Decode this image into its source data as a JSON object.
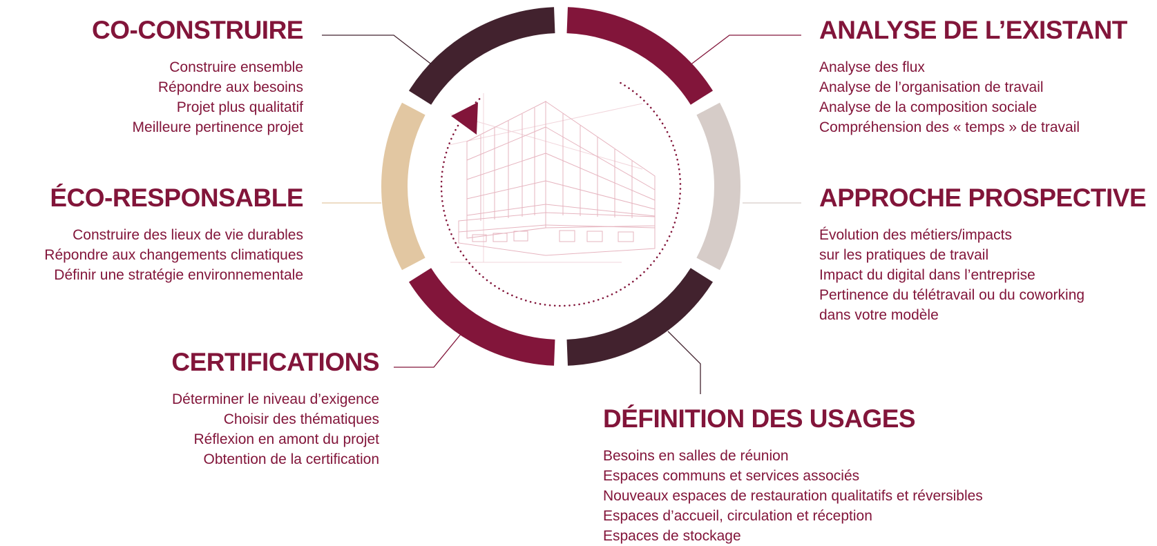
{
  "colors": {
    "brand_burgundy": "#82153a",
    "dark_plum": "#42222e",
    "beige": "#e2c7a2",
    "light_greige": "#d6ccc8",
    "text_burgundy": "#82153a",
    "connector_line": "#82153a",
    "sketch_line": "#e6b4bf"
  },
  "segments": [
    {
      "id": "analyse",
      "color": "#82153a"
    },
    {
      "id": "prospective",
      "color": "#d6ccc8"
    },
    {
      "id": "usages",
      "color": "#42222e"
    },
    {
      "id": "certifications",
      "color": "#82153a"
    },
    {
      "id": "eco",
      "color": "#e2c7a2"
    },
    {
      "id": "coconstruire",
      "color": "#42222e"
    }
  ],
  "center_image": {
    "icon": "building-sketch-icon",
    "cycle_arrow": "cycle-arrow-icon"
  },
  "blocks": {
    "coconstruire": {
      "title": "CO-CONSTRUIRE",
      "items": [
        "Construire ensemble",
        "Répondre aux besoins",
        "Projet plus qualitatif",
        "Meilleure pertinence projet"
      ]
    },
    "eco": {
      "title": "ÉCO-RESPONSABLE",
      "items": [
        "Construire des lieux de vie durables",
        "Répondre aux changements climatiques",
        "Définir une stratégie environnementale"
      ]
    },
    "certifications": {
      "title": "CERTIFICATIONS",
      "items": [
        "Déterminer le niveau d’exigence",
        "Choisir des thématiques",
        "Réflexion en amont du projet",
        "Obtention de la certification"
      ]
    },
    "analyse": {
      "title": "ANALYSE DE L’EXISTANT",
      "items": [
        "Analyse des flux",
        "Analyse de l’organisation de travail",
        "Analyse de la composition sociale",
        "Compréhension des « temps » de travail"
      ]
    },
    "prospective": {
      "title": "APPROCHE PROSPECTIVE",
      "items": [
        "Évolution des métiers/impacts",
        "sur les pratiques de travail",
        "Impact du digital dans l’entreprise",
        "Pertinence du télétravail ou du coworking",
        "dans votre modèle"
      ]
    },
    "usages": {
      "title": "DÉFINITION DES USAGES",
      "items": [
        "Besoins en salles de réunion",
        "Espaces communs et services associés",
        "Nouveaux espaces de restauration qualitatifs et réversibles",
        "Espaces d’accueil, circulation et réception",
        "Espaces de stockage"
      ]
    }
  }
}
